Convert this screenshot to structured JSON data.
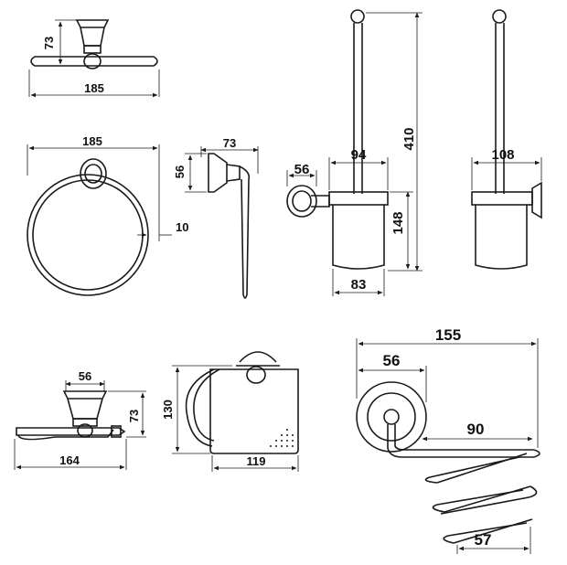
{
  "dimensions": {
    "towel_bar": {
      "height": "73",
      "width": "185"
    },
    "towel_ring": {
      "width": "185",
      "depth": "10"
    },
    "robe_hook": {
      "width": "73",
      "height": "56"
    },
    "brush_holder_front": {
      "total_height": "410",
      "cup_width": "94",
      "base_width": "56",
      "cup_height": "148",
      "bottom_width": "83"
    },
    "brush_holder_side": {
      "projection": "108"
    },
    "soap_dish": {
      "base_width": "56",
      "height": "73",
      "length": "164"
    },
    "paper_holder": {
      "height": "130",
      "width": "119"
    },
    "dryer_holder": {
      "total_length": "155",
      "base_diameter": "56",
      "arm_length": "90",
      "coil_diameter": "57"
    }
  }
}
